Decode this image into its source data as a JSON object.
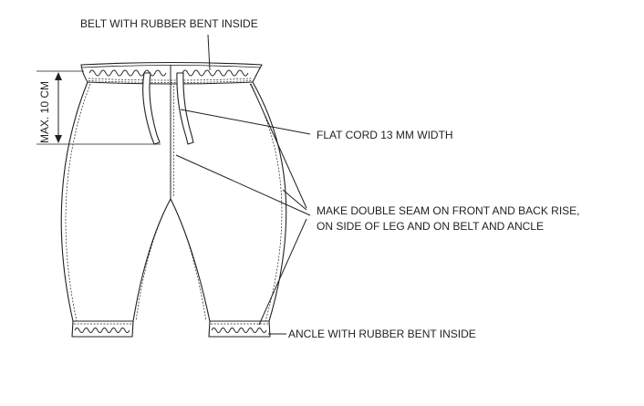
{
  "labels": {
    "belt": "BELT WITH RUBBER BENT INSIDE",
    "cord": "FLAT CORD 13 MM WIDTH",
    "seam_line1": "MAKE DOUBLE SEAM ON FRONT AND BACK RISE,",
    "seam_line2": "ON SIDE OF LEG AND ON BELT AND ANCLE",
    "ankle": "ANCLE WITH RUBBER BENT INSIDE",
    "max": "MAX. 10 CM"
  },
  "colors": {
    "ink": "#231f20",
    "background": "#ffffff"
  }
}
